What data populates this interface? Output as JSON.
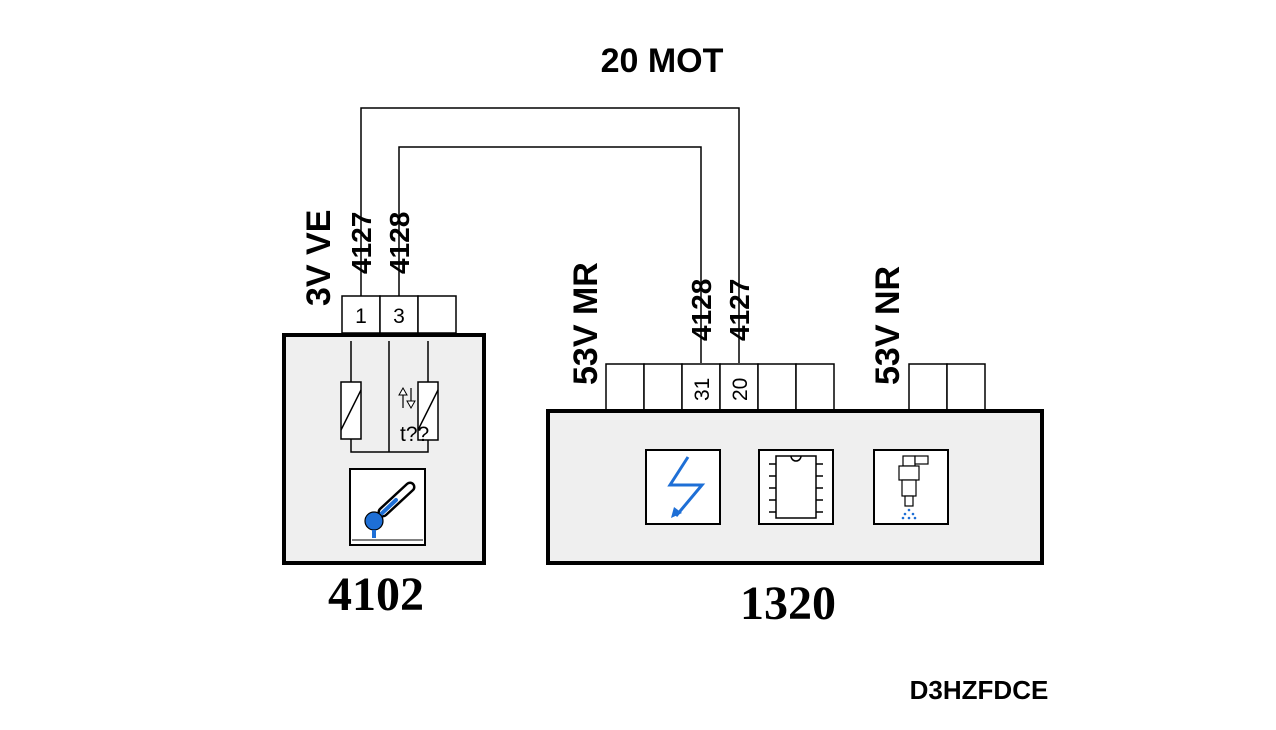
{
  "harness": {
    "label": "20 MOT"
  },
  "sensor": {
    "id": "4102",
    "connector_label": "3V VE",
    "wire_1": "4127",
    "wire_2": "4128",
    "pin_1": "1",
    "pin_2": "3",
    "symbol_text": "t??"
  },
  "ecu": {
    "id": "1320",
    "connector_1_label": "53V MR",
    "connector_2_label": "53V NR",
    "wire_1": "4128",
    "wire_2": "4127",
    "pin_1": "31",
    "pin_2": "20"
  },
  "reference": "D3HZFDCE",
  "colors": {
    "box_fill": "#efefef",
    "icon_blue": "#1e6fd6",
    "line": "#000000"
  }
}
